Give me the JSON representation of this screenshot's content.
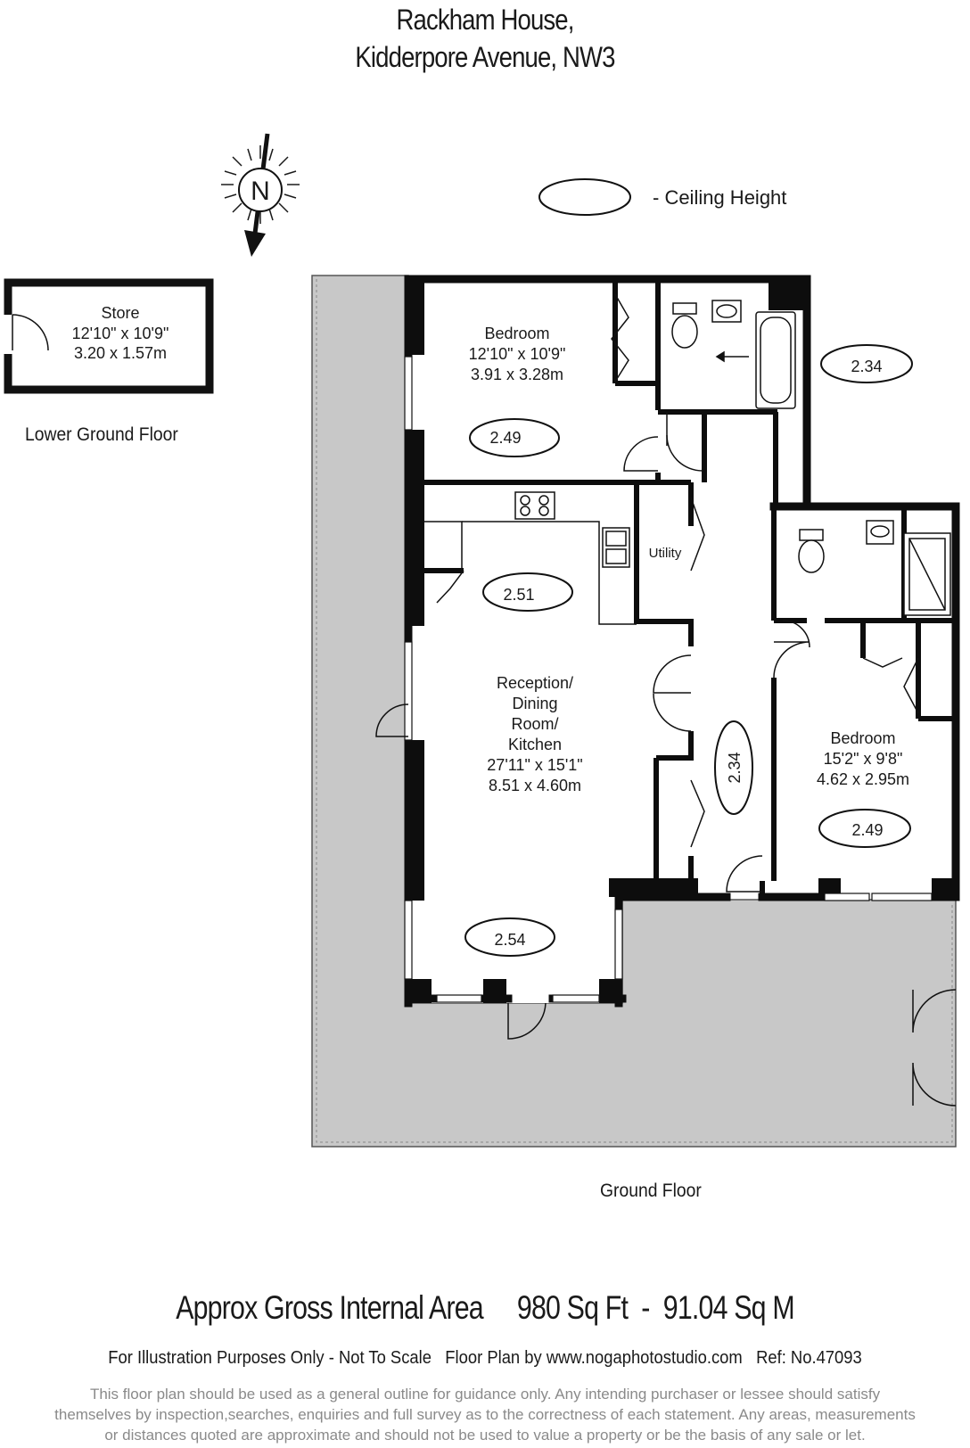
{
  "header": {
    "line1": "Rackham House,",
    "line2": "Kidderpore Avenue, NW3"
  },
  "compass": {
    "label": "N"
  },
  "legend": {
    "ceiling_label": "- Ceiling Height"
  },
  "floors": {
    "lower": "Lower Ground Floor",
    "ground": "Ground Floor"
  },
  "rooms": {
    "store": {
      "name": "Store",
      "imperial": "12'10\" x 10'9\"",
      "metric": "3.20 x 1.57m"
    },
    "bedroom1": {
      "name": "Bedroom",
      "imperial": "12'10\" x 10'9\"",
      "metric": "3.91 x 3.28m",
      "ceiling": "2.49"
    },
    "bathroom": {
      "ceiling": "2.34"
    },
    "utility": {
      "name": "Utility"
    },
    "kitchen": {
      "ceiling": "2.51"
    },
    "reception": {
      "name_l1": "Reception/",
      "name_l2": "Dining",
      "name_l3": "Room/",
      "name_l4": "Kitchen",
      "imperial": "27'11\" x 15'1\"",
      "metric": "8.51 x 4.60m",
      "ceiling": "2.54"
    },
    "hall": {
      "ceiling": "2.34"
    },
    "bedroom2": {
      "name": "Bedroom",
      "imperial": "15'2\" x 9'8\"",
      "metric": "4.62 x 2.95m",
      "ceiling": "2.49"
    }
  },
  "summary": {
    "label": "Approx Gross Internal Area",
    "sqft": "980 Sq Ft",
    "sep": "-",
    "sqm": "91.04 Sq M"
  },
  "footer": {
    "note": "For Illustration Purposes Only - Not To Scale",
    "credit": "Floor Plan by www.nogaphotostudio.com",
    "ref": "Ref: No.47093"
  },
  "disclaimer": [
    "This floor plan should be used as a general outline for guidance only. Any intending purchaser or lessee should satisfy",
    "themselves by inspection,searches, enquiries and full survey as to the correctness of each statement. Any areas, measurements",
    "or distances quoted are approximate and should not be used to value a property or be the basis of any sale or let."
  ],
  "colors": {
    "wall": "#0d0d0d",
    "terrace": "#c8c8c8",
    "text": "#1a1a1a",
    "disclaimer": "#8a8a8a"
  }
}
